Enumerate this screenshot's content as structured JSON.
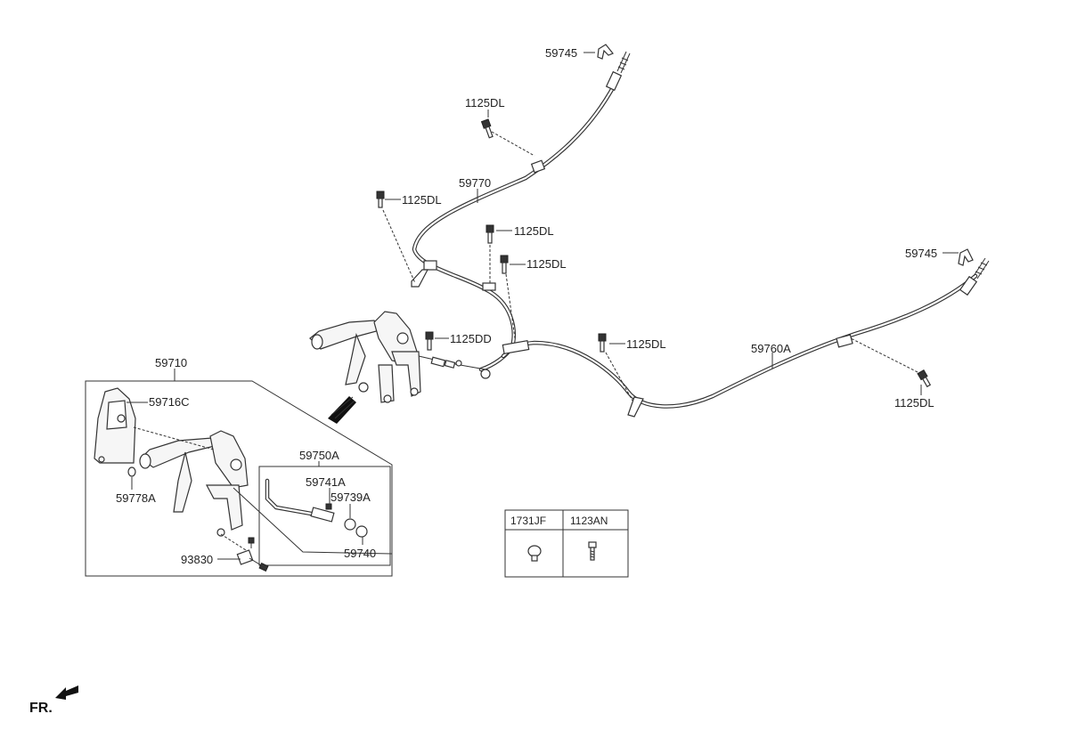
{
  "diagram": {
    "labels": {
      "p59745_top": "59745",
      "p1125dl_a": "1125DL",
      "p59770": "59770",
      "p1125dl_b": "1125DL",
      "p1125dl_c": "1125DL",
      "p1125dl_d": "1125DL",
      "p59745_right": "59745",
      "p1125dd": "1125DD",
      "p1125dl_e": "1125DL",
      "p59760a": "59760A",
      "p1125dl_f": "1125DL",
      "p59710": "59710",
      "p59716c": "59716C",
      "p59778a": "59778A",
      "p59750a": "59750A",
      "p59741a": "59741A",
      "p59739a": "59739A",
      "p59740": "59740",
      "p93830": "93830",
      "fr": "FR."
    },
    "table": {
      "headers": [
        "1731JF",
        "1123AN"
      ]
    }
  }
}
